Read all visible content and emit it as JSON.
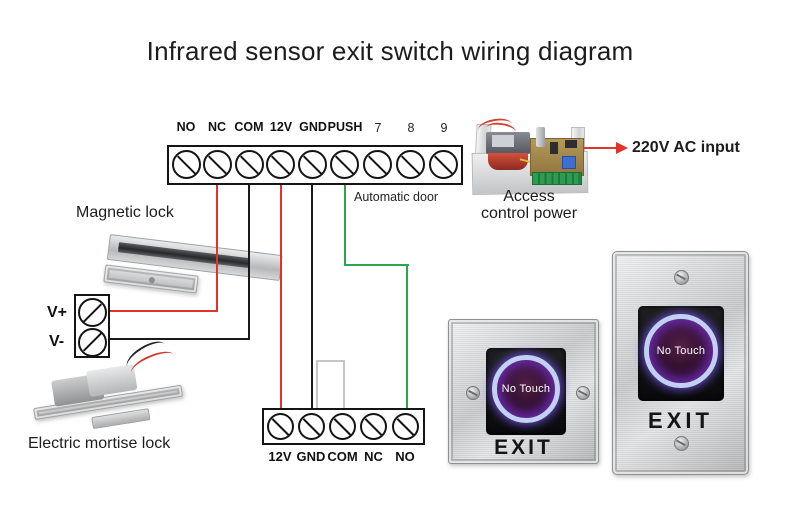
{
  "title": "Infrared sensor exit switch wiring diagram",
  "controller_block": {
    "labels": [
      "NO",
      "NC",
      "COM",
      "12V",
      "GND",
      "PUSH",
      "7",
      "8",
      "9"
    ]
  },
  "exit_button_block": {
    "labels": [
      "12V",
      "GND",
      "COM",
      "NC",
      "NO"
    ]
  },
  "power_supply": {
    "caption_line1": "Access",
    "caption_line2": "control power",
    "ac_input_label": "220V AC input"
  },
  "annotations": {
    "magnetic_lock": "Magnetic lock",
    "automatic_door": "Automatic door",
    "electric_mortise_lock": "Electric mortise lock",
    "v_plus": "V+",
    "v_minus": "V-"
  },
  "exit_buttons": {
    "square": {
      "touch_label": "No Touch",
      "exit_label": "EXIT"
    },
    "slim": {
      "touch_label": "No Touch",
      "exit_label": "EXIT"
    }
  },
  "wires": [
    {
      "from": "controller NC",
      "to": "lock V+",
      "color": "#e0342b"
    },
    {
      "from": "controller COM",
      "to": "lock V-",
      "color": "#1a1a1a"
    },
    {
      "from": "controller 12V",
      "to": "exit button 12V",
      "color": "#e0342b"
    },
    {
      "from": "controller GND",
      "to": "exit button GND",
      "color": "#1a1a1a"
    },
    {
      "from": "controller PUSH",
      "to": "exit button NO",
      "color": "#2ba64d",
      "note": "Automatic door"
    },
    {
      "from": "exit button GND",
      "to": "exit button COM",
      "color": "#c6c6c6"
    }
  ],
  "colors": {
    "wire_red": "#e0342b",
    "wire_black": "#1a1a1a",
    "wire_green": "#2ba64d",
    "wire_gray": "#c6c6c6",
    "arrow_red": "#e0342b"
  }
}
